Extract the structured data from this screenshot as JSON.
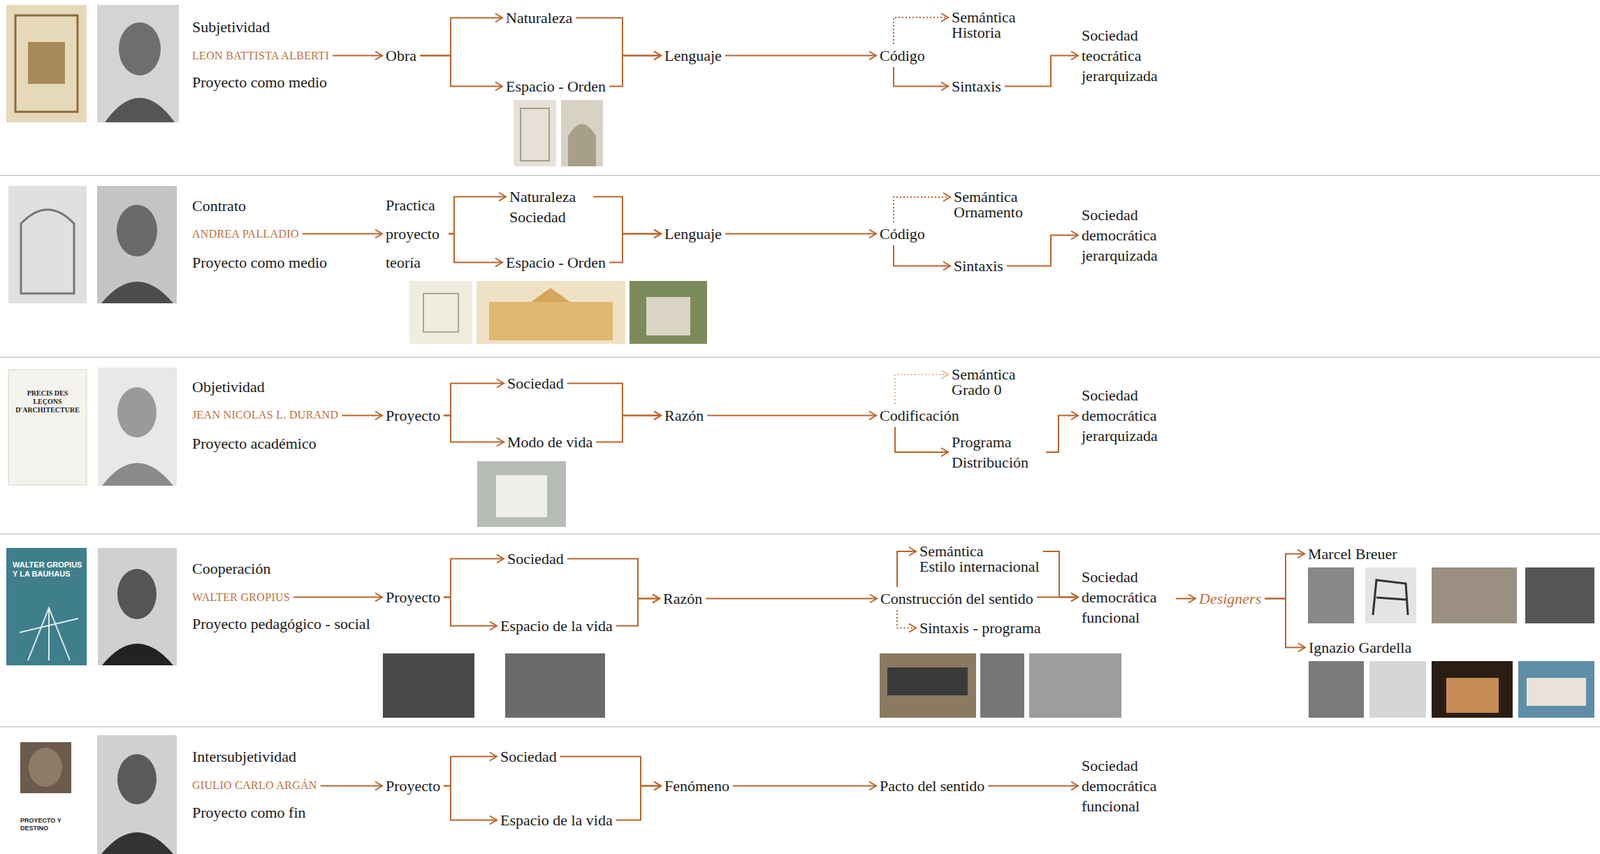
{
  "diagram": {
    "nodes": [
      {
        "text": [
          "LEON BATTISTA ALBERTI"
        ]
      },
      {
        "text": [
          "Obra"
        ]
      },
      {
        "text": [
          "Naturaleza"
        ]
      },
      {
        "text": [
          "Espacio - Orden"
        ]
      },
      {
        "text": [
          "Lenguaje"
        ]
      },
      {
        "text": [
          "Código"
        ]
      },
      {
        "text": [
          "Semántica",
          "Historia"
        ]
      },
      {
        "text": [
          "Sintaxis"
        ]
      },
      {
        "text": [
          "Sociedad teocrática jerarquizada"
        ]
      },
      {
        "text": [
          "ANDREA PALLADIO"
        ]
      },
      {
        "text": [
          "Practica proyecto teoría"
        ]
      },
      {
        "text": [
          "Naturaleza Sociedad"
        ]
      },
      {
        "text": [
          "Espacio - Orden"
        ]
      },
      {
        "text": [
          "Lenguaje"
        ]
      },
      {
        "text": [
          "Código"
        ]
      },
      {
        "text": [
          "Semántica",
          "Ornamento"
        ]
      },
      {
        "text": [
          "Sintaxis"
        ]
      },
      {
        "text": [
          "Sociedad democrática jerarquizada"
        ]
      },
      {
        "text": [
          "JEAN NICOLAS L. DURAND"
        ]
      },
      {
        "text": [
          "Proyecto"
        ]
      },
      {
        "text": [
          "Sociedad"
        ]
      },
      {
        "text": [
          "Modo de vida"
        ]
      },
      {
        "text": [
          "Razón"
        ]
      },
      {
        "text": [
          "Codificación"
        ]
      },
      {
        "text": [
          "Semántica",
          "Grado 0"
        ]
      },
      {
        "text": [
          "Programa Distribución"
        ]
      },
      {
        "text": [
          "Sociedad democrática jerarquizada"
        ]
      },
      {
        "text": [
          "WALTER GROPIUS"
        ]
      },
      {
        "text": [
          "Proyecto"
        ]
      },
      {
        "text": [
          "Sociedad"
        ]
      },
      {
        "text": [
          "Espacio de la vida"
        ]
      },
      {
        "text": [
          "Razón"
        ]
      },
      {
        "text": [
          "Construcción del sentido"
        ]
      },
      {
        "text": [
          "Semántica",
          "Estilo internacional"
        ]
      },
      {
        "text": [
          "Sintaxis - programa"
        ]
      },
      {
        "text": [
          "Sociedad democrática funcional"
        ]
      },
      {
        "text": [
          "Designers"
        ]
      },
      {
        "text": [
          "Marcel Breuer"
        ]
      },
      {
        "text": [
          "Ignazio Gardella"
        ]
      },
      {
        "text": [
          "GIULIO CARLO ARGÁN"
        ]
      },
      {
        "text": [
          "Proyecto"
        ]
      },
      {
        "text": [
          "Sociedad"
        ]
      },
      {
        "text": [
          "Espacio de la vida"
        ]
      },
      {
        "text": [
          "Fenómeno"
        ]
      },
      {
        "text": [
          "Pacto del sentido"
        ]
      },
      {
        "text": [
          "Sociedad democrática funcional"
        ]
      }
    ],
    "edges": [
      {
        "from": 0,
        "to": 1,
        "arrow": "to"
      },
      {
        "from": 1,
        "to": 2,
        "arrow": "to"
      },
      {
        "from": 1,
        "to": 3,
        "arrow": "to"
      },
      {
        "from": 2,
        "to": 4,
        "arrow": "to"
      },
      {
        "from": 3,
        "to": 4,
        "arrow": "to"
      },
      {
        "from": 4,
        "to": 5,
        "arrow": "to"
      },
      {
        "from": 5,
        "to": 6,
        "arrow": "to"
      },
      {
        "from": 5,
        "to": 7,
        "arrow": "to"
      },
      {
        "from": 7,
        "to": 8,
        "arrow": "to"
      },
      {
        "from": 9,
        "to": 10,
        "arrow": "to"
      },
      {
        "from": 10,
        "to": 11,
        "arrow": "to"
      },
      {
        "from": 10,
        "to": 12,
        "arrow": "to"
      },
      {
        "from": 11,
        "to": 13,
        "arrow": "to"
      },
      {
        "from": 12,
        "to": 13,
        "arrow": "to"
      },
      {
        "from": 13,
        "to": 14,
        "arrow": "to"
      },
      {
        "from": 14,
        "to": 15,
        "arrow": "to"
      },
      {
        "from": 14,
        "to": 16,
        "arrow": "to"
      },
      {
        "from": 16,
        "to": 17,
        "arrow": "to"
      },
      {
        "from": 18,
        "to": 19,
        "arrow": "to"
      },
      {
        "from": 19,
        "to": 20,
        "arrow": "to"
      },
      {
        "from": 19,
        "to": 21,
        "arrow": "to"
      },
      {
        "from": 20,
        "to": 22,
        "arrow": "to"
      },
      {
        "from": 21,
        "to": 22,
        "arrow": "to"
      },
      {
        "from": 22,
        "to": 23,
        "arrow": "to"
      },
      {
        "from": 23,
        "to": 24,
        "arrow": "to"
      },
      {
        "from": 23,
        "to": 25,
        "arrow": "to"
      },
      {
        "from": 25,
        "to": 26,
        "arrow": "to"
      },
      {
        "from": 27,
        "to": 28,
        "arrow": "to"
      },
      {
        "from": 28,
        "to": 29,
        "arrow": "to"
      },
      {
        "from": 28,
        "to": 30,
        "arrow": "to"
      },
      {
        "from": 29,
        "to": 31,
        "arrow": "to"
      },
      {
        "from": 30,
        "to": 31,
        "arrow": "to"
      },
      {
        "from": 31,
        "to": 32,
        "arrow": "to"
      },
      {
        "from": 32,
        "to": 33,
        "arrow": "to"
      },
      {
        "from": 32,
        "to": 34,
        "arrow": "to"
      },
      {
        "from": 33,
        "to": 35,
        "arrow": "to"
      },
      {
        "from": 32,
        "to": 35,
        "arrow": "to"
      },
      {
        "from": 35,
        "to": 36,
        "arrow": "to"
      },
      {
        "from": 36,
        "to": 37,
        "arrow": "to"
      },
      {
        "from": 36,
        "to": 38,
        "arrow": "to"
      },
      {
        "from": 39,
        "to": 40,
        "arrow": "to"
      },
      {
        "from": 40,
        "to": 41,
        "arrow": "to"
      },
      {
        "from": 40,
        "to": 42,
        "arrow": "to"
      },
      {
        "from": 41,
        "to": 43,
        "arrow": "to"
      },
      {
        "from": 42,
        "to": 43,
        "arrow": "to"
      },
      {
        "from": 43,
        "to": 44,
        "arrow": "to"
      },
      {
        "from": 44,
        "to": 45,
        "arrow": "to"
      }
    ],
    "labels": [
      "Subjetividad",
      "Proyecto como medio",
      "Contrato",
      "Proyecto como medio",
      "Objetividad",
      "Proyecto académico",
      "Cooperación",
      "Proyecto pedagógico - social",
      "Intersubjetividad",
      "Proyecto como fin",
      "PRECIS DES LEÇONS D'ARCHITECTURE",
      "WALTER GROPIUS Y LA BAUHAUS",
      "PROYECTO Y DESTINO"
    ]
  }
}
